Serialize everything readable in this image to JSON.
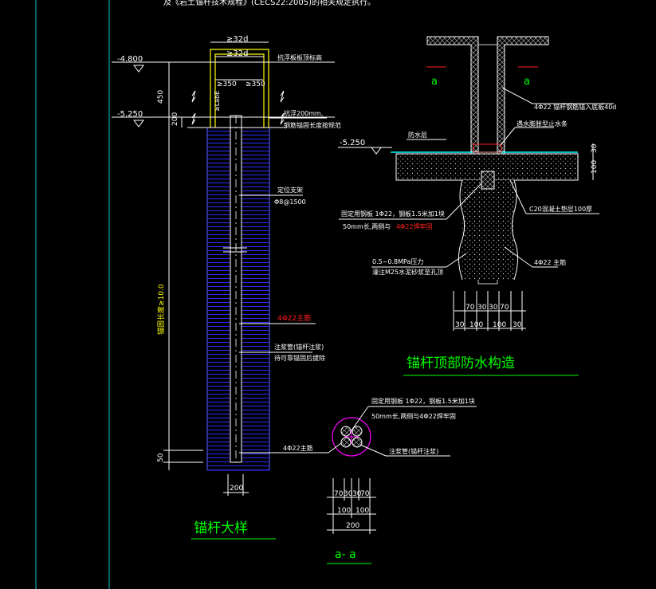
{
  "colors": {
    "background": "#000000",
    "frame": "#00c8c8",
    "dimension": "#ffffff",
    "green": "#00ff00",
    "yellow": "#ffff00",
    "red": "#ff2020",
    "blue": "#2a2aff",
    "magenta": "#ff00ff",
    "cyan": "#00ffff"
  },
  "top_note": "及《岩土锚杆技术规程》(CECS22:2005)的相关规定执行。",
  "anchor_detail": {
    "title": "锚杆大样",
    "elev_top": "-4.800",
    "elev_bottom": "-5.250",
    "dim_outer_hook": "≥32d",
    "dim_inner_hook": "≥32d",
    "dim_left_350": "≥350",
    "dim_right_350": "≥350",
    "dim_450": "450",
    "dim_200_top": "200",
    "dim_50": "50",
    "dim_width": "200",
    "dim_length": "锚固长度≥10.0",
    "dim_vertical_lab": "≥LabE",
    "note_top_slab": "抗浮板板顶标高",
    "note_cushion": "抗浮200mm,",
    "note_cushion_2": "钢筋锚固长度按规范",
    "label_locator": "定位支架",
    "label_locator_spec": "Φ8@1500",
    "label_bars": "4Φ22主筋",
    "label_grout": "注浆管(锚杆注浆)",
    "label_grout_2": "待可靠锚固后拔除",
    "label_bars_bottom": "4Φ22主筋"
  },
  "waterproof_detail": {
    "title": "锚杆顶部防水构造",
    "section_mark": "a",
    "elev": "-5.250",
    "label_anchor_into_slab": "4Φ22  锚杆钢筋锚入底板40d",
    "label_waterstop": "遇水膨胀型止水条",
    "label_waterproof_layer": "防水层",
    "label_c20": "C20混凝土垫层100厚",
    "label_plate": "固定用钢板  1Φ22，钢板1.5米加1块",
    "label_plate_2": "50mm长,两侧与",
    "label_plate_3": "4Φ22焊牢固",
    "label_grout": "0.5~0.8MPa压力",
    "label_grout_2": "灌注M25水泥砂浆至孔顶",
    "label_bars": "4Φ22  主筋",
    "dim_30_top": "30",
    "dim_100_right": "100",
    "dims_row1": [
      "70",
      "30",
      "30",
      "70"
    ],
    "dims_row2": [
      "30",
      "100",
      "100",
      "30"
    ]
  },
  "section_aa": {
    "title": "a- a",
    "label_plate": "固定用钢板  1Φ22，钢板1.5米加1块",
    "label_plate_2": "50mm长,两侧与4Φ22焊牢固",
    "label_bars": "4Φ22  主筋",
    "label_grout": "注浆管(锚杆注浆)",
    "dims_row1": [
      "70",
      "30",
      "30",
      "70"
    ],
    "dims_row2": [
      "100",
      "100"
    ],
    "dim_total": "200"
  }
}
